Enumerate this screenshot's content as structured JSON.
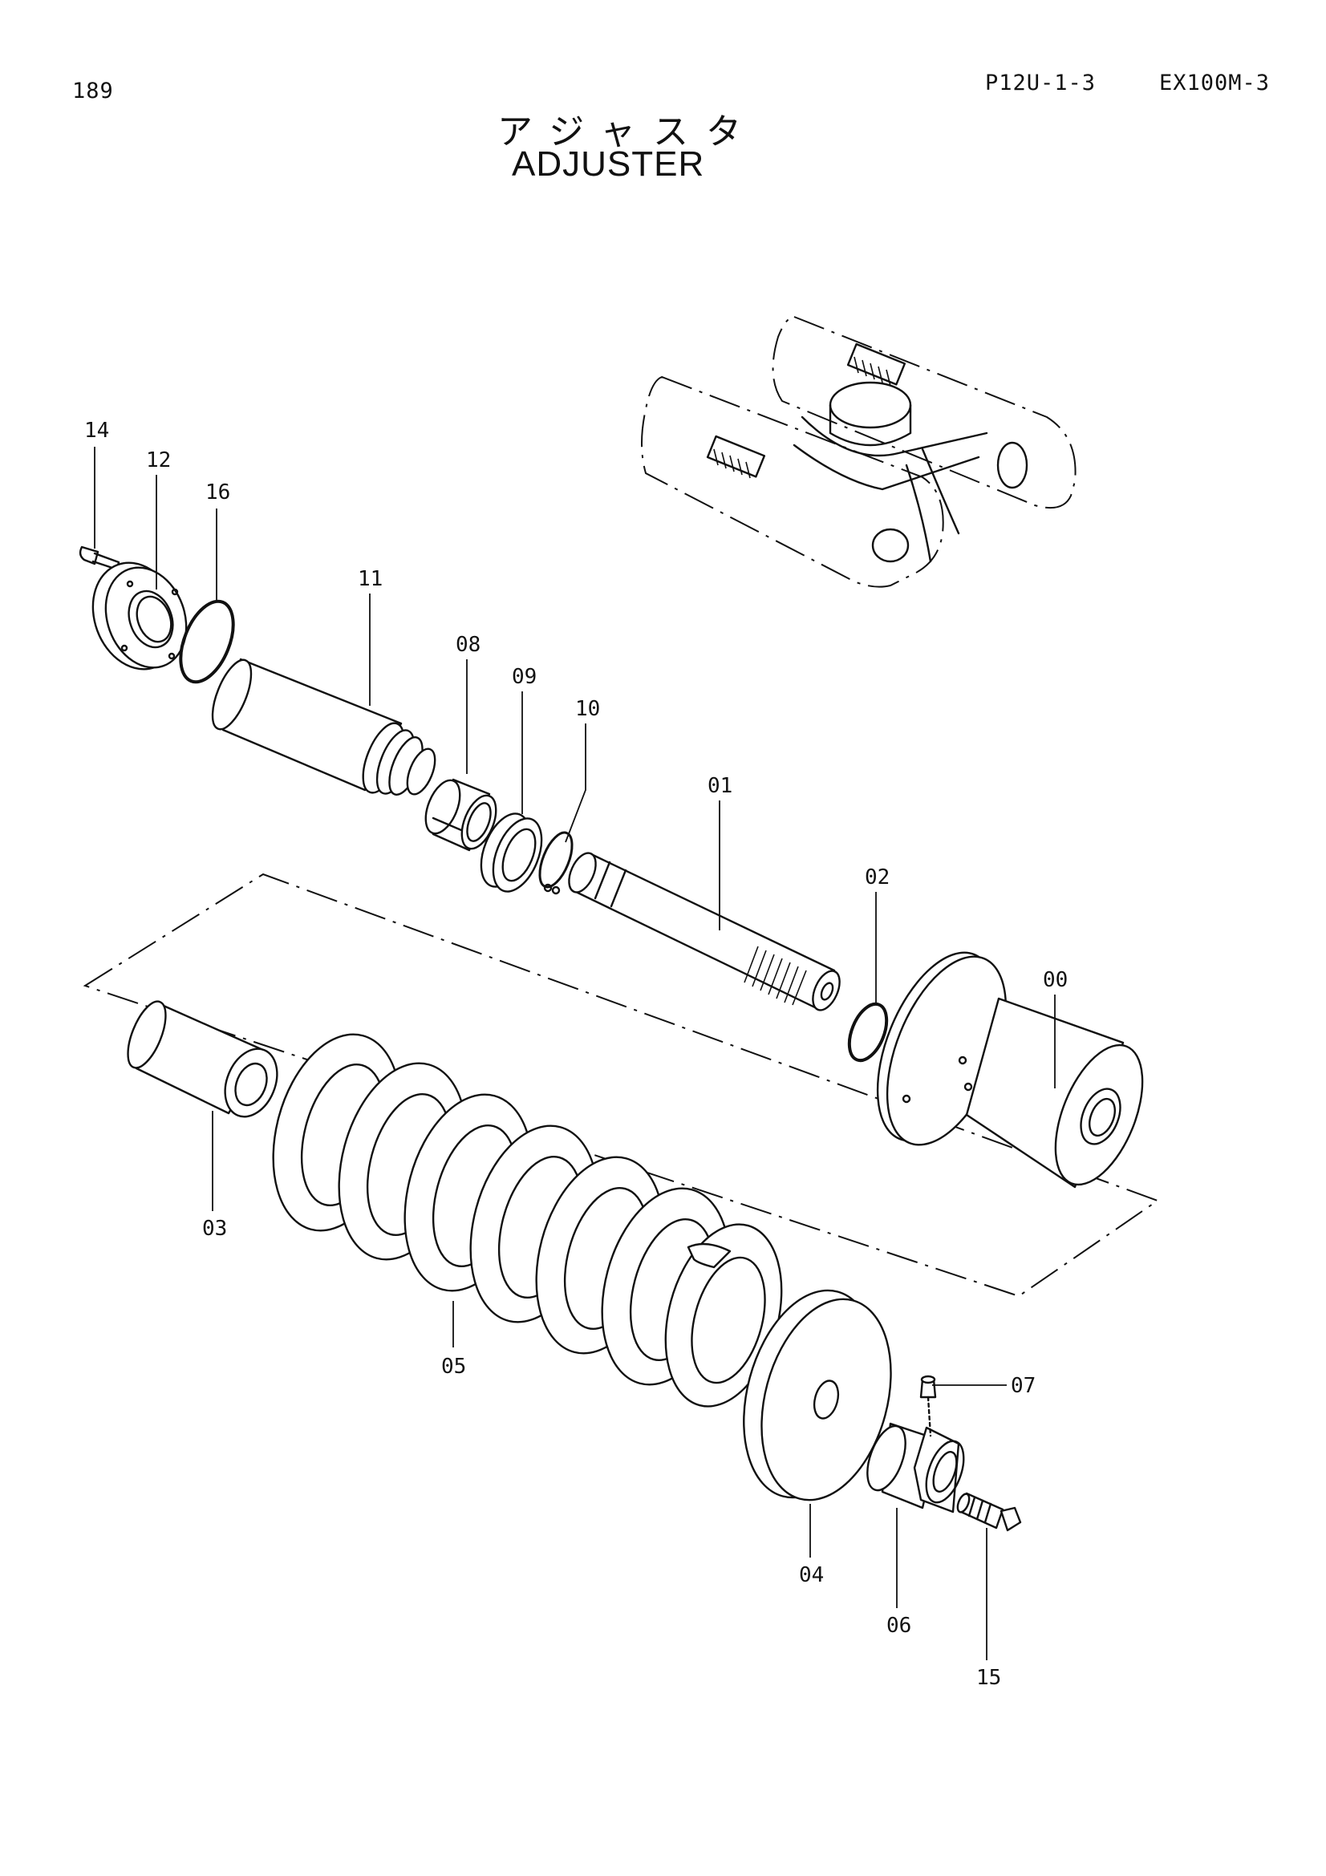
{
  "header": {
    "page_number": "189",
    "page_code": "P12U-1-3",
    "model": "EX100M-3"
  },
  "title": {
    "japanese": "アジャスタ",
    "english": "ADJUSTER"
  },
  "part_labels": {
    "p00": "00",
    "p01": "01",
    "p02": "02",
    "p03": "03",
    "p04": "04",
    "p05": "05",
    "p06": "06",
    "p07": "07",
    "p08": "08",
    "p09": "09",
    "p10": "10",
    "p11": "11",
    "p12": "12",
    "p14": "14",
    "p15": "15",
    "p16": "16"
  }
}
